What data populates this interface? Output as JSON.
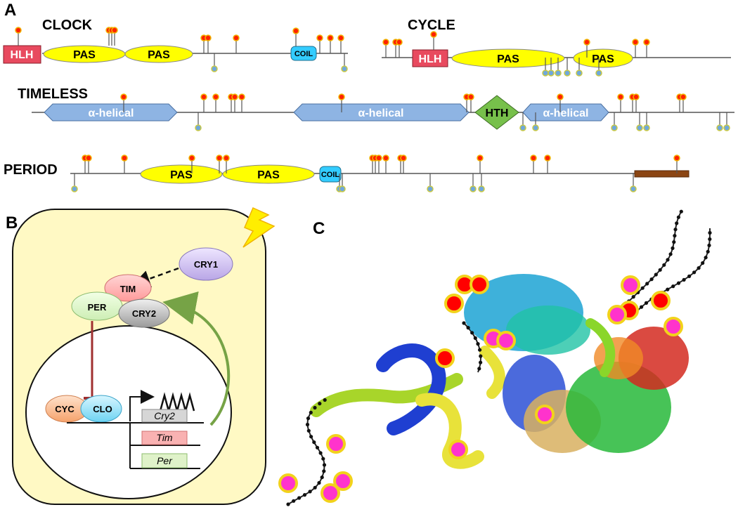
{
  "panels": {
    "a": "A",
    "b": "B",
    "c": "C"
  },
  "panel_a": {
    "clock": {
      "name": "CLOCK",
      "domains": [
        "HLH",
        "PAS",
        "PAS",
        "COIL"
      ]
    },
    "cycle": {
      "name": "CYCLE",
      "domains": [
        "HLH",
        "PAS",
        "PAS"
      ]
    },
    "timeless": {
      "name": "TIMELESS",
      "domains": [
        "α-helical",
        "α-helical",
        "HTH",
        "α-helical"
      ]
    },
    "period": {
      "name": "PERIOD",
      "domains": [
        "PAS",
        "PAS",
        "COIL"
      ]
    }
  },
  "panel_b": {
    "light_icon": "lightning-bolt-icon",
    "nodes": {
      "cry1": "CRY1",
      "tim": "TIM",
      "per": "PER",
      "cry2": "CRY2",
      "cyc": "CYC",
      "clo": "CLO"
    },
    "genes": [
      "Cry2",
      "Tim",
      "Per"
    ],
    "wave_icon": "oscillation-icon"
  },
  "colors": {
    "hlh": "#e84a5f",
    "pas": "#ffff00",
    "coil": "#33ccff",
    "alpha_helical": "#8eb4e3",
    "hth": "#77c04b",
    "period_tail": "#8b4513",
    "cell": "#fff9c4",
    "phospho_red": "#ff0000",
    "phospho_blue": "#6fa8dc",
    "site_magenta": "#ff33cc"
  }
}
